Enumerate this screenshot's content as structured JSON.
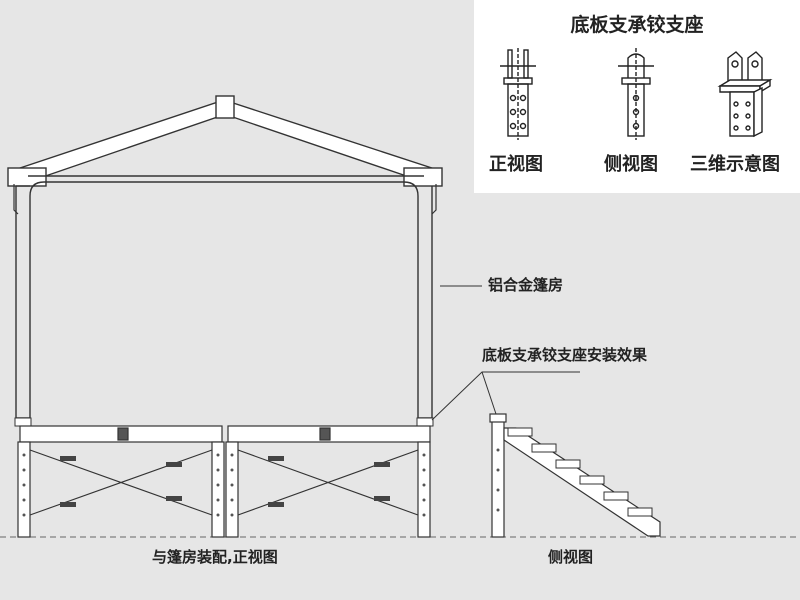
{
  "inset": {
    "title": "底板支承铰支座",
    "views": [
      {
        "label": "正视图",
        "icon": "front-view-icon"
      },
      {
        "label": "侧视图",
        "icon": "side-view-icon"
      },
      {
        "label": "三维示意图",
        "icon": "3d-view-icon"
      }
    ]
  },
  "callouts": {
    "tent": "铝合金篷房",
    "hinge_install": "底板支承铰支座安装效果"
  },
  "captions": {
    "front": "与篷房装配,正视图",
    "side": "侧视图"
  },
  "colors": {
    "background": "#e6e6e6",
    "inset_background": "#ffffff",
    "line": "#333333",
    "frame_fill": "#ffffff"
  }
}
